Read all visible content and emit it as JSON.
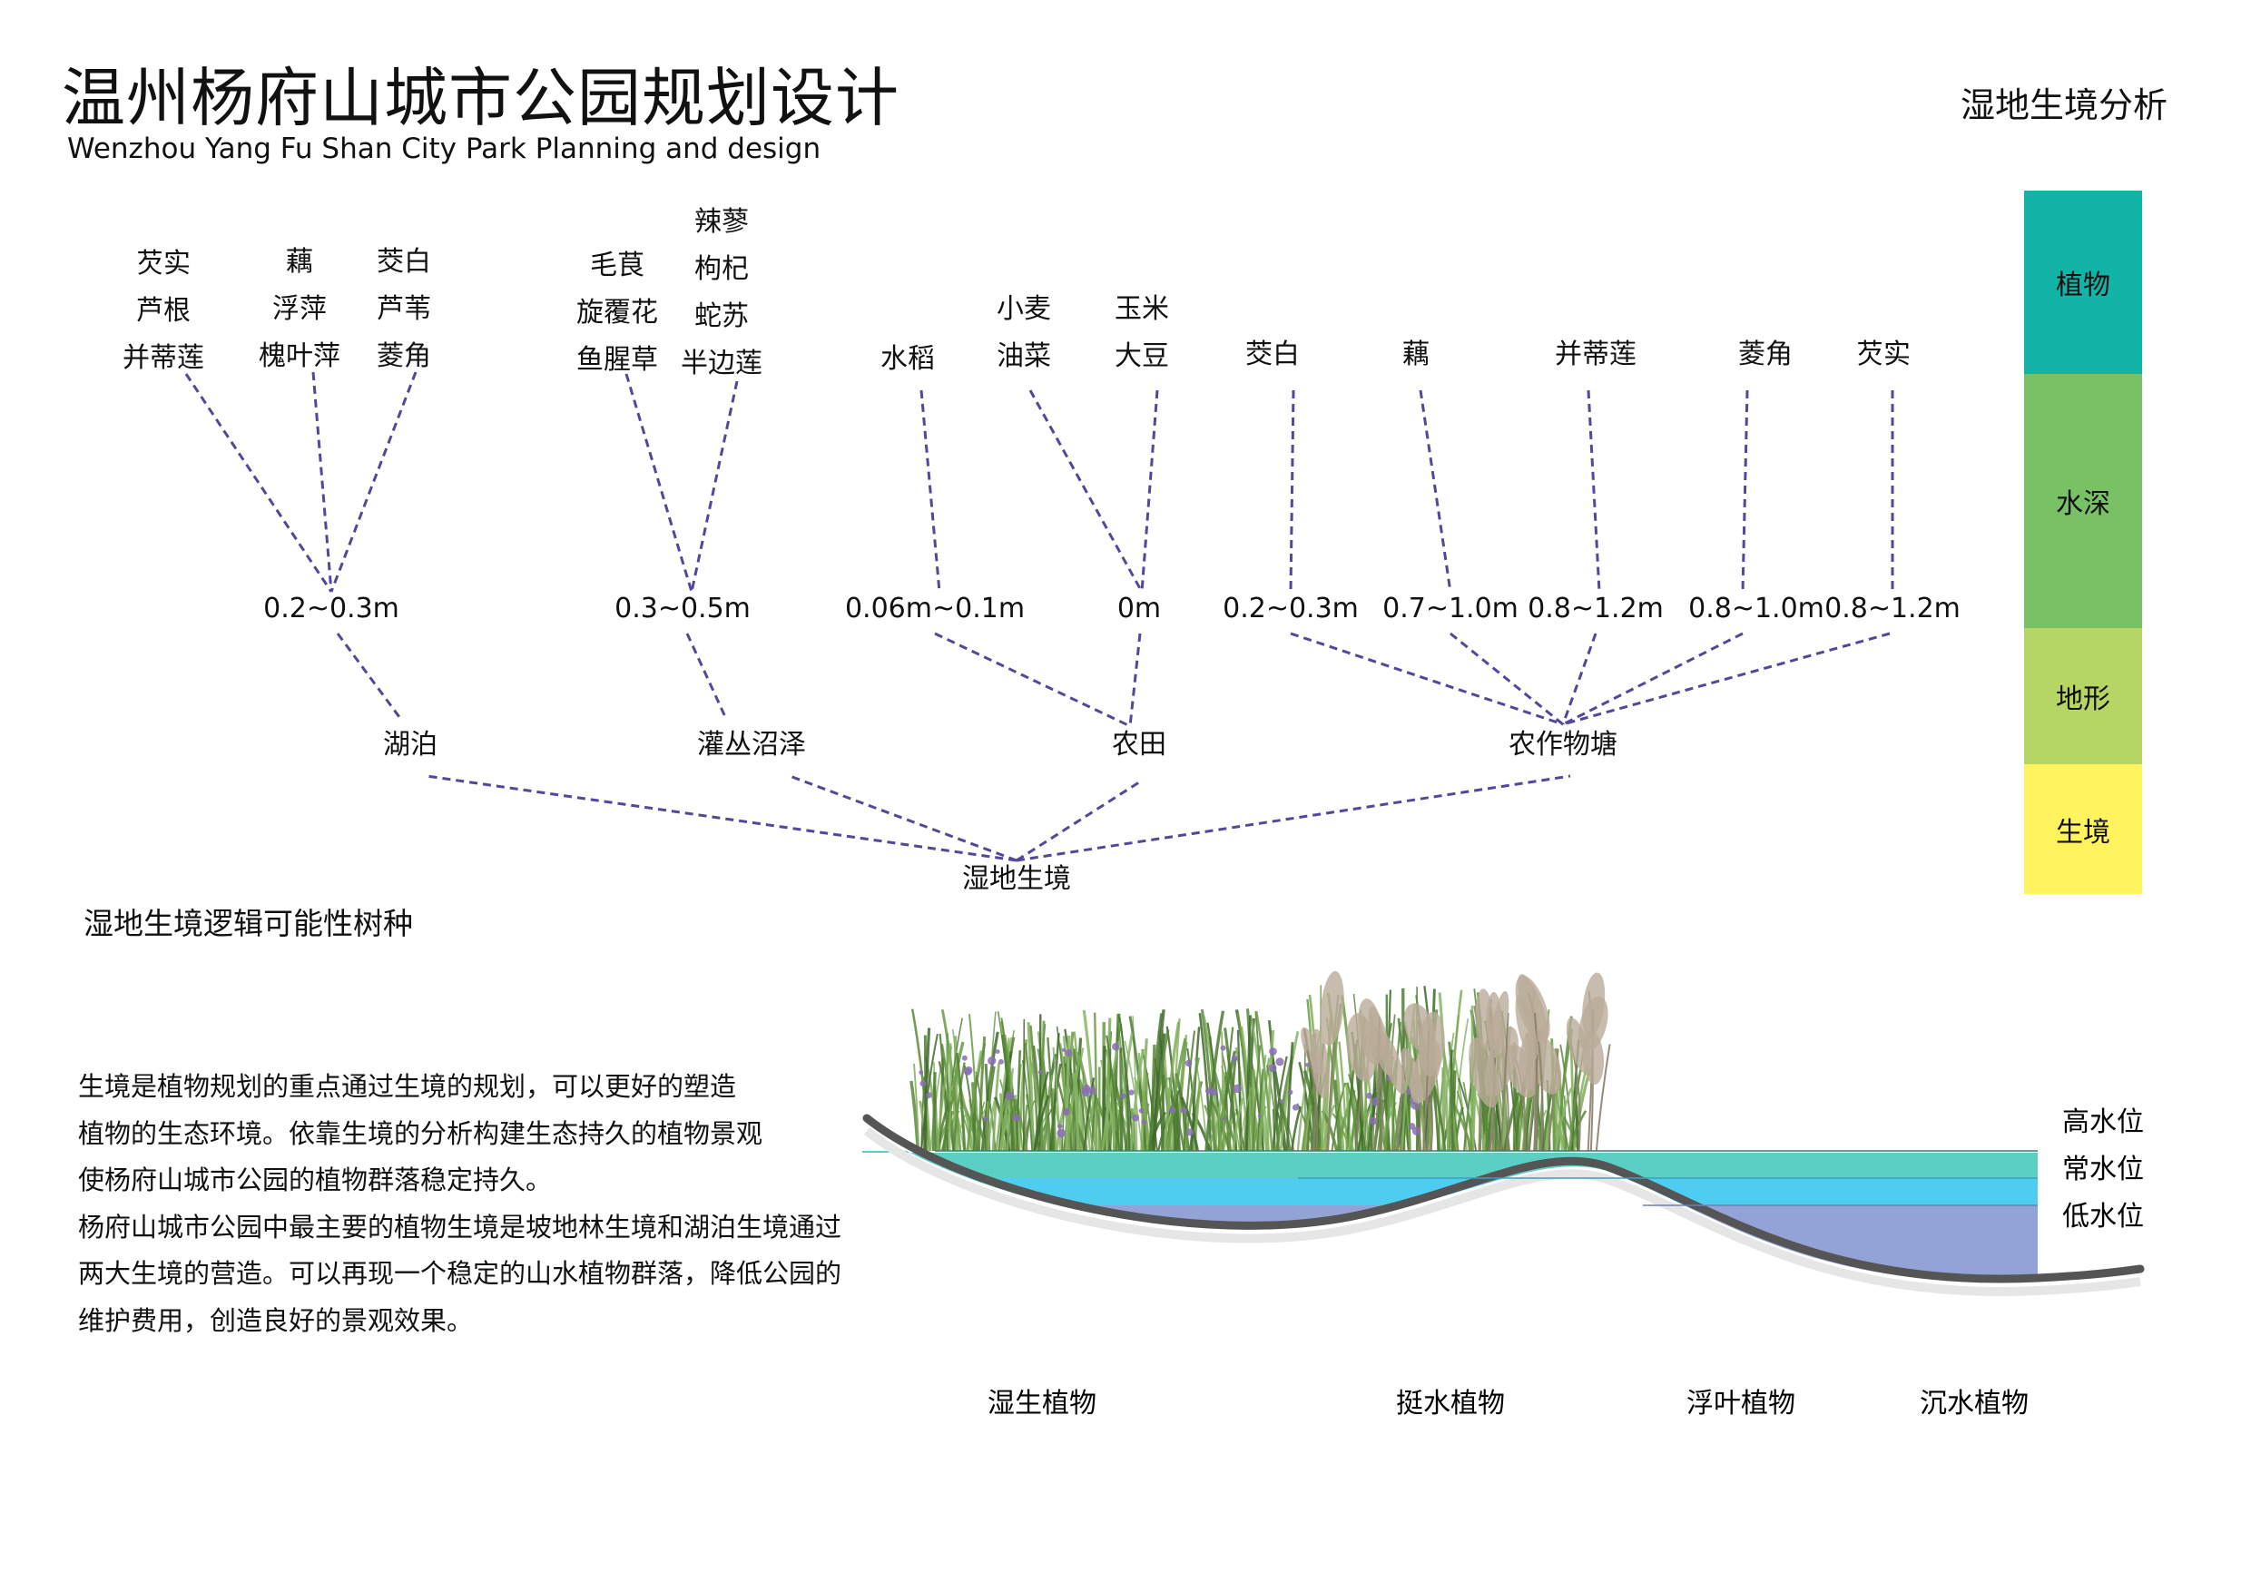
{
  "header": {
    "title": "温州杨府山城市公园规划设计",
    "subtitle": "Wenzhou Yang Fu Shan City Park Planning and design",
    "section_name": "湿地生境分析"
  },
  "legend": {
    "items": [
      {
        "label": "植物",
        "color": "#12b4a8"
      },
      {
        "label": "水深",
        "color": "#78c164"
      },
      {
        "label": "地形",
        "color": "#b5d564"
      },
      {
        "label": "生境",
        "color": "#fff35e"
      }
    ]
  },
  "tree": {
    "root": "湿地生境",
    "habitats": [
      {
        "label": "湖泊"
      },
      {
        "label": "灌丛沼泽"
      },
      {
        "label": "农田"
      },
      {
        "label": "农作物塘"
      }
    ],
    "depths": [
      {
        "label": "0.2~0.3m"
      },
      {
        "label": "0.3~0.5m"
      },
      {
        "label": "0.06m~0.1m"
      },
      {
        "label": "0m"
      },
      {
        "label": "0.2~0.3m"
      },
      {
        "label": "0.7~1.0m"
      },
      {
        "label": "0.8~1.2m"
      },
      {
        "label": "0.8~1.0m"
      },
      {
        "label": "0.8~1.2m"
      }
    ],
    "plant_groups": [
      {
        "lines": [
          "芡实",
          "芦根",
          "并蒂莲"
        ]
      },
      {
        "lines": [
          "藕",
          "浮萍",
          "槐叶萍"
        ]
      },
      {
        "lines": [
          "茭白",
          "芦苇",
          "菱角"
        ]
      },
      {
        "lines": [
          "毛茛",
          "旋覆花",
          "鱼腥草"
        ]
      },
      {
        "lines": [
          "辣蓼",
          "枸杞",
          "蛇苏",
          "半边莲"
        ]
      },
      {
        "lines": [
          "水稻"
        ]
      },
      {
        "lines": [
          "小麦",
          "油菜"
        ]
      },
      {
        "lines": [
          "玉米",
          "大豆"
        ]
      },
      {
        "lines": [
          "茭白"
        ]
      },
      {
        "lines": [
          "藕"
        ]
      },
      {
        "lines": [
          "并蒂莲"
        ]
      },
      {
        "lines": [
          "菱角"
        ]
      },
      {
        "lines": [
          "芡实"
        ]
      }
    ]
  },
  "caption": "湿地生境逻辑可能性树种",
  "paragraph": [
    "生境是植物规划的重点通过生境的规划，可以更好的塑造",
    "植物的生态环境。依靠生境的分析构建生态持久的植物景观",
    "使杨府山城市公园的植物群落稳定持久。",
    "杨府山城市公园中最主要的植物生境是坡地林生境和湖泊生境通过",
    "两大生境的营造。可以再现一个稳定的山水植物群落，降低公园的",
    "维护费用，创造良好的景观效果。"
  ],
  "section": {
    "water_levels": [
      "高水位",
      "常水位",
      "低水位"
    ],
    "plant_types": [
      "湿生植物",
      "挺水植物",
      "浮叶植物",
      "沉水植物"
    ],
    "colors": {
      "high": "#5ccfc5",
      "normal": "#4fcdf0",
      "low": "#94a3d6",
      "bank": "#555555",
      "grass": "#5f8f3e",
      "reed": "#b9ab98"
    }
  }
}
